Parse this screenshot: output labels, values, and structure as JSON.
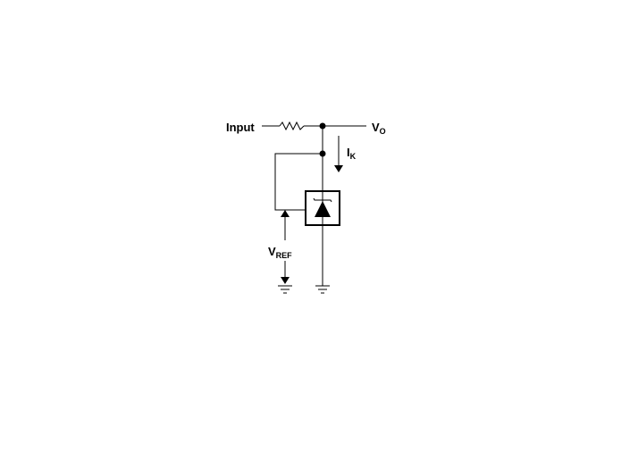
{
  "labels": {
    "input": "Input",
    "vo_main": "V",
    "vo_sub": "O",
    "ik_main": "I",
    "ik_sub": "K",
    "vref_main": "V",
    "vref_sub": "REF"
  },
  "colors": {
    "line": "#000000",
    "background": "#ffffff"
  }
}
